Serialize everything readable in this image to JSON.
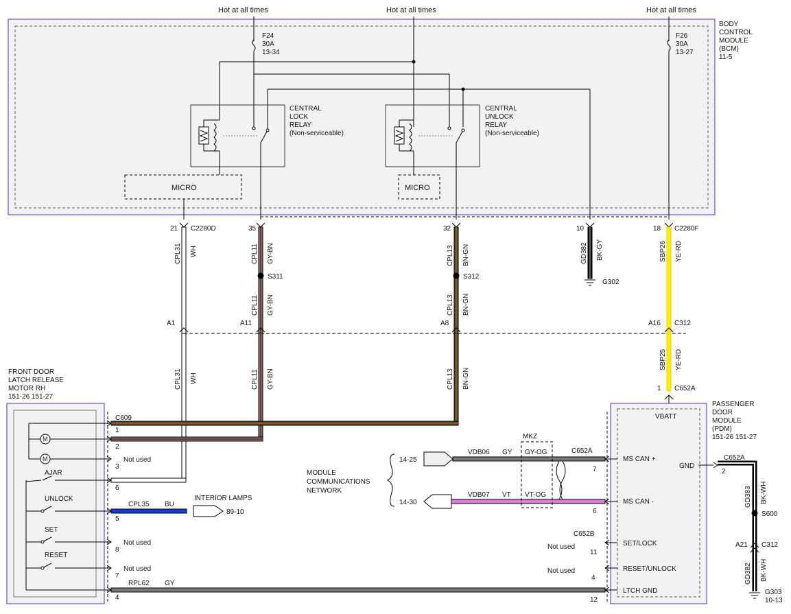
{
  "colors": {
    "module_border": "#5a5ad6",
    "module_fill": "#f2f2f2",
    "wire_white": "#ffffff",
    "wire_gray": "#7a7a7a",
    "wire_brown": "#7a3a2a",
    "wire_green": "#3a8a3a",
    "wire_yellow": "#ffee00",
    "wire_red": "#cc2222",
    "wire_blue": "#1a3cd6",
    "wire_violet": "#e07ae0",
    "wire_black": "#111111"
  },
  "power": {
    "hot1": "Hot at all times",
    "hot2": "Hot at all times",
    "hot3": "Hot at all times"
  },
  "fuses": {
    "f24_name": "F24",
    "f24_rating": "30A",
    "f24_ref": "13-34",
    "f26_name": "F26",
    "f26_rating": "30A",
    "f26_ref": "13-27"
  },
  "bcm": {
    "l1": "BODY",
    "l2": "CONTROL",
    "l3": "MODULE",
    "l4": "(BCM)",
    "l5": "11-5"
  },
  "relays": {
    "lock_l1": "CENTRAL",
    "lock_l2": "LOCK",
    "lock_l3": "RELAY",
    "lock_l4": "(Non-serviceable)",
    "unlock_l1": "CENTRAL",
    "unlock_l2": "UNLOCK",
    "unlock_l3": "RELAY",
    "unlock_l4": "(Non-serviceable)"
  },
  "micro": {
    "m1": "MICRO",
    "m2": "MICRO"
  },
  "pins_bcm": {
    "p21": "21",
    "c2280d": "C2280D",
    "p35": "35",
    "p32": "32",
    "p10": "10",
    "p18": "18",
    "c2280f": "C2280F"
  },
  "wires": {
    "cpl31a": "CPL31",
    "wha": "WH",
    "cpl11a": "CPL11",
    "gybna": "GY-BN",
    "cpl13a": "CPL13",
    "bngna": "BN-GN",
    "gd382a": "GD382",
    "bkgy": "BK-GY",
    "sbp26": "SBP26",
    "yerda": "YE-RD",
    "cpl11b": "CPL11",
    "gybnb": "GY-BN",
    "cpl13b": "CPL13",
    "bngnb": "BN-GN",
    "cpl31c": "CPL31",
    "whc": "WH",
    "cpl11c": "CPL11",
    "gybnc": "GY-BN",
    "cpl13c": "CPL13",
    "bngnc": "BN-GN",
    "sbp25": "SBP25",
    "yerdb": "YE-RD",
    "cpl35": "CPL35",
    "bu": "BU",
    "rpl62": "RPL62",
    "gy": "GY",
    "vdb06": "VDB06",
    "gy2": "GY",
    "gyog": "GY-OG",
    "vdb07": "VDB07",
    "vt": "VT",
    "vtog": "VT-OG",
    "gd383": "GD383",
    "bkwh1": "BK-WH",
    "gd382b": "GD382",
    "bkwh2": "BK-WH"
  },
  "splices": {
    "s311": "S311",
    "s312": "S312",
    "s600": "S600"
  },
  "grounds": {
    "g302": "G302",
    "g303": "G303",
    "g303ref": "10-13"
  },
  "c312": {
    "a1": "A1",
    "a11": "A11",
    "a8": "A8",
    "a16": "A16",
    "c312": "C312",
    "a21": "A21",
    "c312b": "C312"
  },
  "latch": {
    "l1": "FRONT DOOR",
    "l2": "LATCH RELEASE",
    "l3": "MOTOR RH",
    "l4": "151-26  151-27",
    "c609": "C609",
    "ajar": "AJAR",
    "unlock": "UNLOCK",
    "set": "SET",
    "reset": "RESET",
    "pin1": "1",
    "pin2": "2",
    "pin3": "3",
    "pin6": "6",
    "pin5": "5",
    "pin8": "8",
    "pin7": "7",
    "pin4": "4",
    "nu3": "Not used",
    "nu8": "Not used",
    "nu7": "Not used"
  },
  "interior": {
    "label": "INTERIOR LAMPS",
    "ref": "89-10"
  },
  "network": {
    "l1": "MODULE",
    "l2": "COMMUNICATIONS",
    "l3": "NETWORK",
    "ref1": "14-25",
    "ref2": "14-30",
    "mkz": "MKZ"
  },
  "pdm": {
    "l1": "PASSENGER",
    "l2": "DOOR",
    "l3": "MODULE",
    "l4": "(PDM)",
    "l5": "151-26  151-27",
    "pin1": "1",
    "c652a_top": "C652A",
    "vbatt": "VBATT",
    "mscanp": "MS CAN +",
    "mscanm": "MS CAN -",
    "c652a_can": "C652A",
    "pin7": "7",
    "pin6": "6",
    "gnd": "GND",
    "c652a_gnd": "C652A",
    "pin2": "2",
    "c652b": "C652B",
    "setlock": "SET/LOCK",
    "resetunlock": "RESET/UNLOCK",
    "ltchgnd": "LTCH GND",
    "nu11": "Not used",
    "pin11": "11",
    "nu4": "Not used",
    "pin4": "4",
    "pin12": "12"
  }
}
